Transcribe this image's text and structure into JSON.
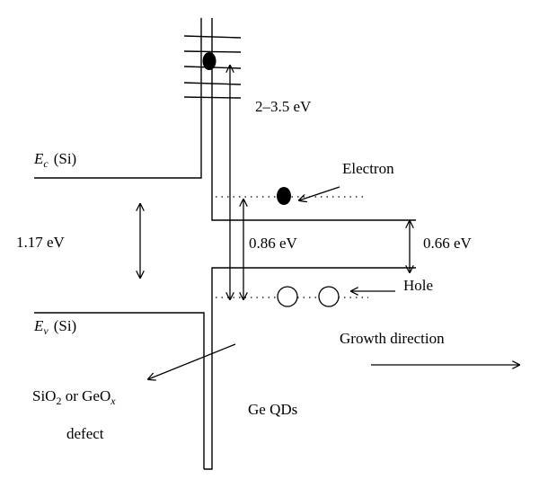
{
  "labels": {
    "ec_symbol": "E",
    "ec_sub": "c",
    "ec_mat": "(Si)",
    "ev_symbol": "E",
    "ev_sub": "v",
    "ev_mat": "(Si)",
    "si_gap": "1.17 eV",
    "barrier": "2–3.5 eV",
    "electron": "Electron",
    "hole": "Hole",
    "ge_gap": "0.86 eV",
    "band_offset": "0.66 eV",
    "growth": "Growth direction",
    "oxide_sio": "SiO",
    "oxide_sio_sub": "2",
    "oxide_or": " or GeO",
    "oxide_geo_sub": "x",
    "defect": "defect",
    "ge_qds": "Ge QDs"
  },
  "colors": {
    "line": "#000000",
    "background": "#ffffff"
  }
}
